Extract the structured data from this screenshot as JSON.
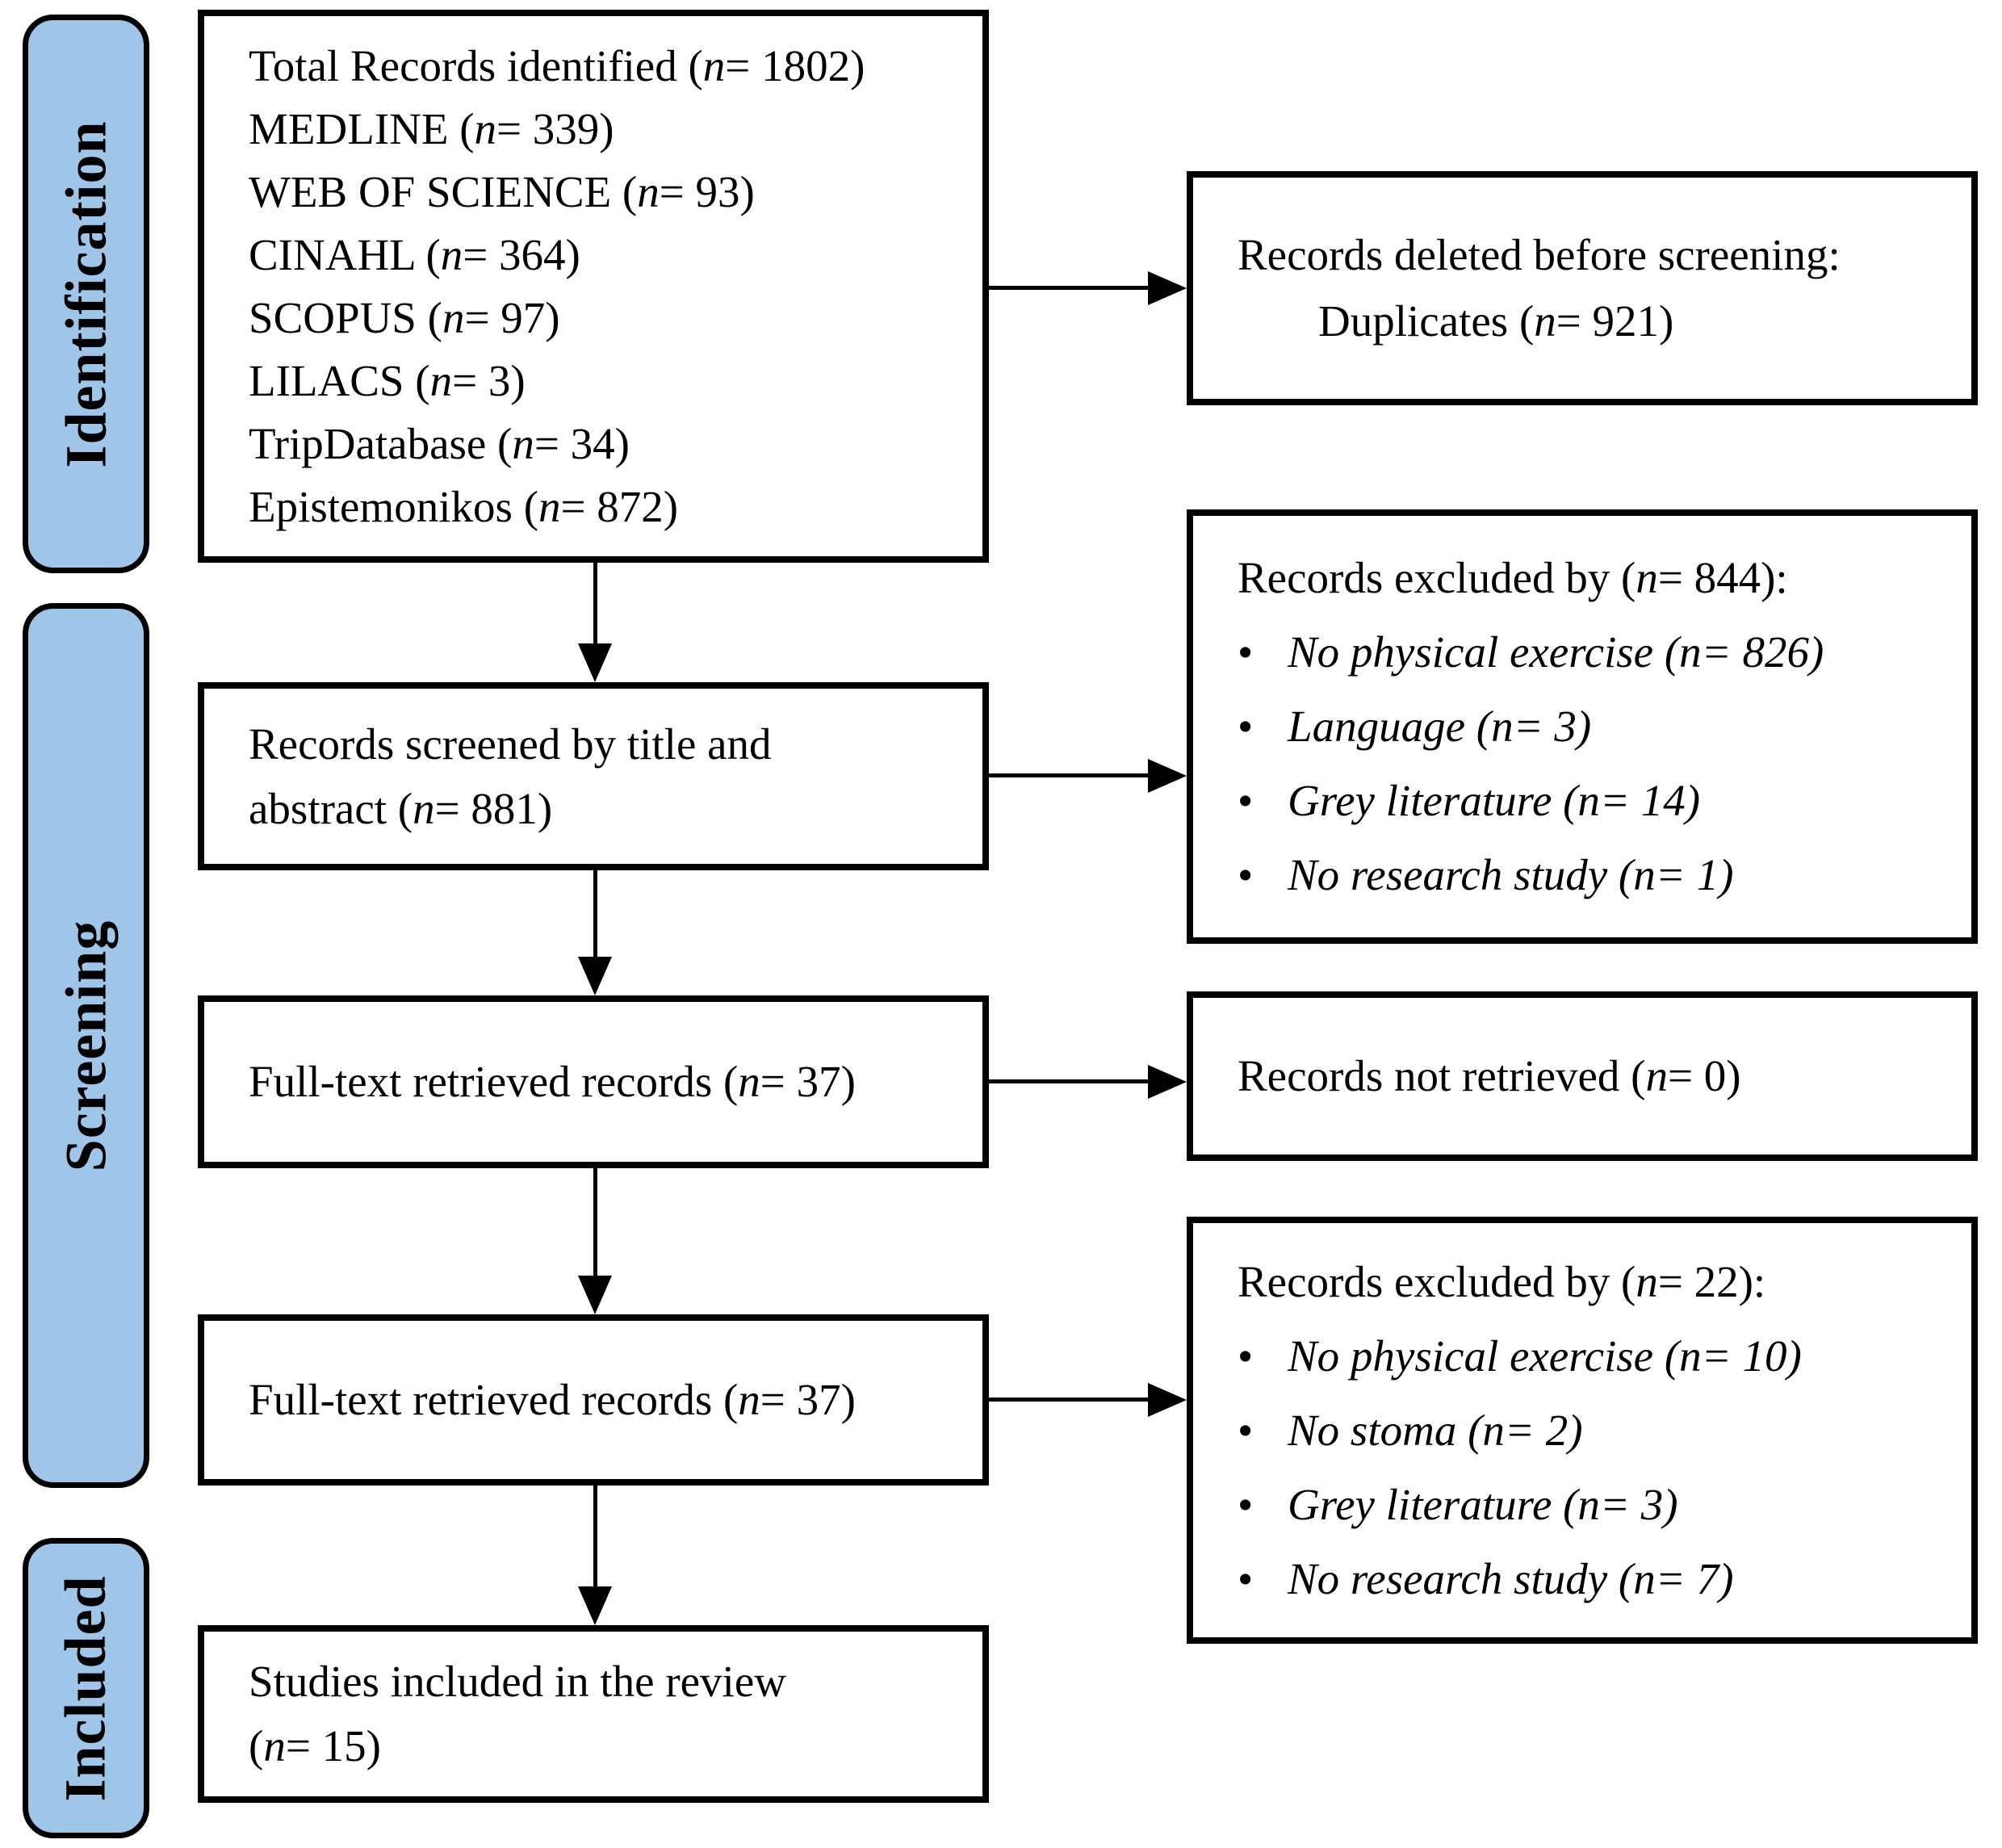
{
  "colors": {
    "sidebar_fill": "#9FC5E8",
    "border": "#000000",
    "background": "#FFFFFF"
  },
  "glyphs": {
    "bullet": "•"
  },
  "sidebar": {
    "items": [
      {
        "label": "Identification"
      },
      {
        "label": "Screening"
      },
      {
        "label": "Included"
      }
    ]
  },
  "boxes": {
    "identified": {
      "lines": [
        "Total Records identified (*n*= 1802)",
        "MEDLINE (*n*= 339)",
        "WEB OF SCIENCE (*n*= 93)",
        "CINAHL (*n*= 364)",
        "SCOPUS (*n*= 97)",
        "LILACS (*n*= 3)",
        "TripDatabase (*n*= 34)",
        "Epistemonikos (*n*= 872)"
      ]
    },
    "deleted": {
      "lines": [
        "Records deleted before screening:",
        "Duplicates (*n*= 921)"
      ]
    },
    "screened": {
      "lines": [
        "Records screened by title and",
        "abstract (*n*= 881)"
      ]
    },
    "excluded_screening": {
      "title": "Records excluded by (*n*= 844):",
      "bullets": [
        "No physical exercise (n= 826)",
        "Language (n= 3)",
        "Grey literature (n= 14)",
        "No research study (n= 1)"
      ]
    },
    "retrieved_1": {
      "label": "Full-text retrieved records (*n*= 37)"
    },
    "not_retrieved": {
      "label": "Records not retrieved (*n*= 0)"
    },
    "retrieved_2": {
      "label": "Full-text retrieved records (*n*= 37)"
    },
    "excluded_fulltext": {
      "title": "Records excluded by (*n*= 22):",
      "bullets": [
        "No physical exercise (n= 10)",
        "No stoma (n= 2)",
        "Grey literature (n= 3)",
        "No research study (n= 7)"
      ]
    },
    "included": {
      "lines": [
        "Studies included in the review",
        "(*n*= 15)"
      ]
    }
  }
}
